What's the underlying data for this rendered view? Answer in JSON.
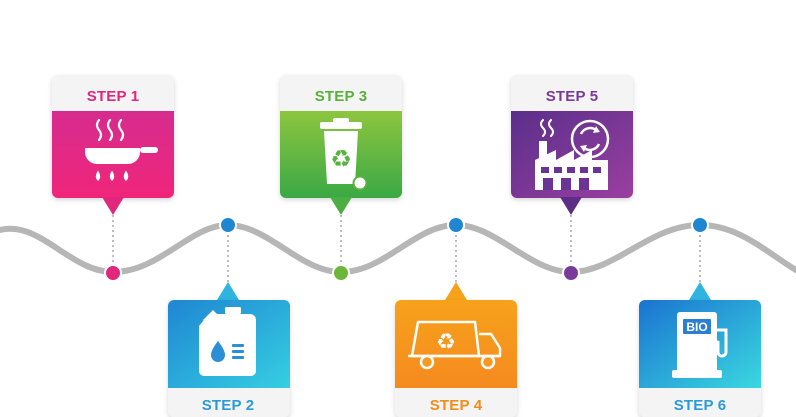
{
  "steps": [
    {
      "label": "STEP 1",
      "color": "#e0267d",
      "icon": "frying-pan-oil-icon"
    },
    {
      "label": "STEP 2",
      "color": "#1d8fd6",
      "icon": "oil-canister-icon"
    },
    {
      "label": "STEP 3",
      "color": "#63b83a",
      "icon": "recycle-bin-icon"
    },
    {
      "label": "STEP 4",
      "color": "#f39a14",
      "icon": "recycling-truck-icon"
    },
    {
      "label": "STEP 5",
      "color": "#7a3a9a",
      "icon": "factory-recycle-icon"
    },
    {
      "label": "STEP 6",
      "color": "#27a3d8",
      "icon": "bio-fuel-pump-icon"
    }
  ],
  "pump_sign": "BIO"
}
